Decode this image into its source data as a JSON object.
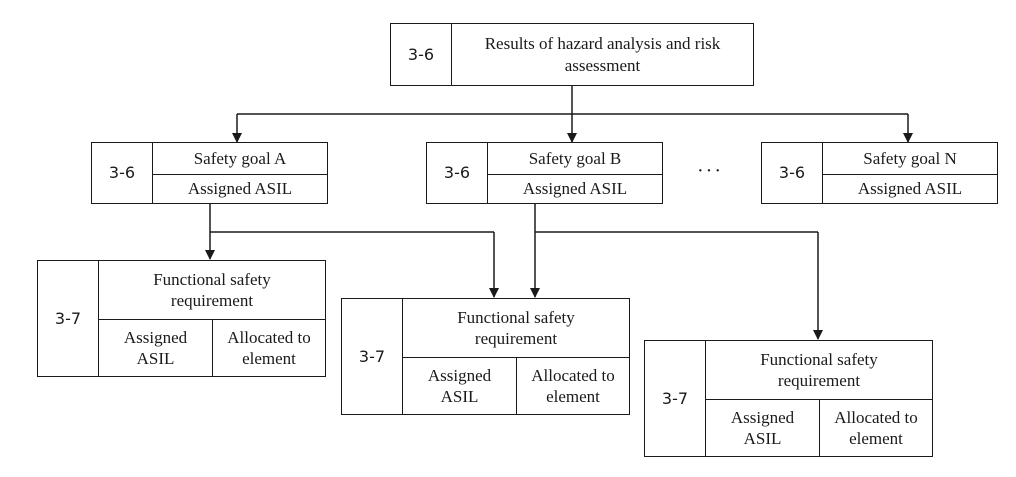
{
  "root": {
    "id": "3-6",
    "title": "Results of hazard analysis and risk assessment"
  },
  "goals": [
    {
      "id": "3-6",
      "title": "Safety goal A",
      "asil": "Assigned ASIL"
    },
    {
      "id": "3-6",
      "title": "Safety goal B",
      "asil": "Assigned ASIL"
    },
    {
      "id": "3-6",
      "title": "Safety goal N",
      "asil": "Assigned ASIL"
    }
  ],
  "ellipsis": "···",
  "requirements": [
    {
      "id": "3-7",
      "title": "Functional safety requirement",
      "asil": "Assigned ASIL",
      "allocated": "Allocated to element"
    },
    {
      "id": "3-7",
      "title": "Functional safety requirement",
      "asil": "Assigned ASIL",
      "allocated": "Allocated to element"
    },
    {
      "id": "3-7",
      "title": "Functional safety requirement",
      "asil": "Assigned ASIL",
      "allocated": "Allocated to element"
    }
  ]
}
